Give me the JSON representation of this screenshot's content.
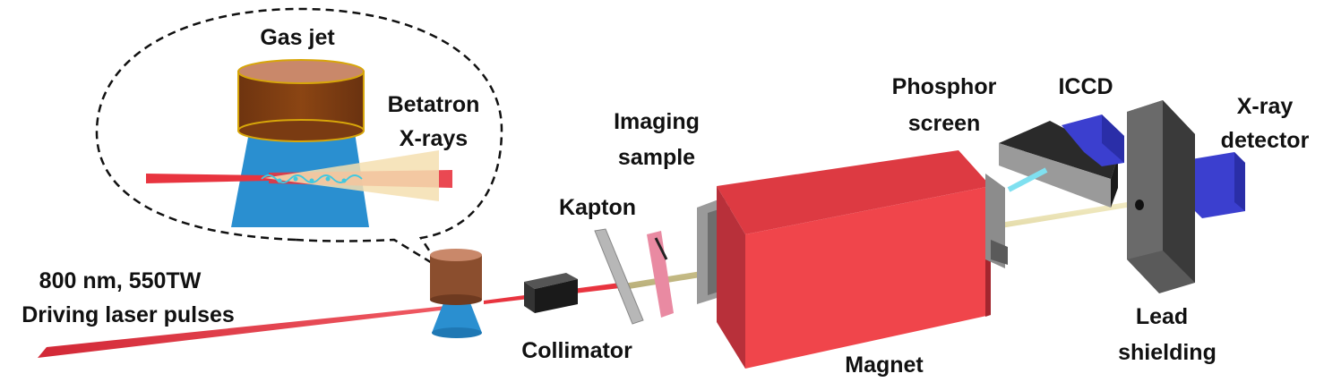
{
  "labels": {
    "gas_jet": "Gas jet",
    "betatron_line1": "Betatron",
    "betatron_line2": "X-rays",
    "laser_line1": "800 nm, 550TW",
    "laser_line2": "Driving laser pulses",
    "collimator": "Collimator",
    "kapton": "Kapton",
    "imaging_line1": "Imaging",
    "imaging_line2": "sample",
    "magnet": "Magnet",
    "phosphor_line1": "Phosphor",
    "phosphor_line2": "screen",
    "iccd": "ICCD",
    "xray_line1": "X-ray",
    "xray_line2": "detector",
    "lead_line1": "Lead",
    "lead_line2": "shielding"
  },
  "colors": {
    "laser": "#e8343f",
    "gas_jet_body": "#8b4513",
    "gas_jet_top": "#c9886a",
    "plasma_cone": "#2a8fd0",
    "xray_beam": "#f4dfb0",
    "magnet_front": "#f0454b",
    "magnet_side": "#a3262e",
    "magnet_top": "#d8343c",
    "detector_blue": "#3b3fcf",
    "lead_block": "#555555",
    "electron_beam": "#e8e0b0",
    "phosphor_emission": "#7fe0f0"
  }
}
